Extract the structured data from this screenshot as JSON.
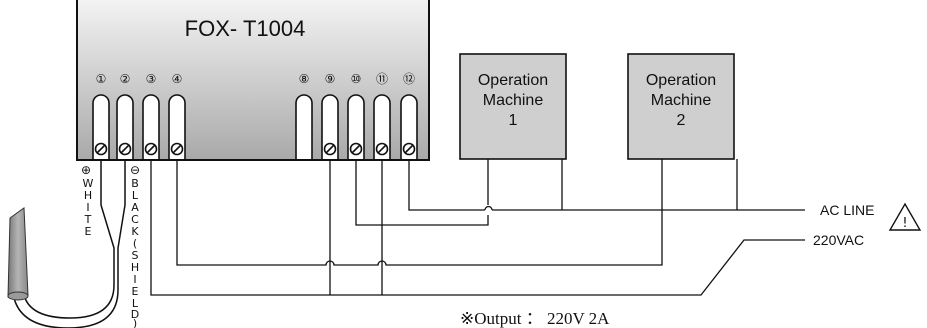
{
  "device": {
    "title": "FOX- T1004"
  },
  "terminals": [
    {
      "id": 1,
      "label": "①"
    },
    {
      "id": 2,
      "label": "②"
    },
    {
      "id": 3,
      "label": "③"
    },
    {
      "id": 4,
      "label": "④"
    },
    {
      "id": 8,
      "label": "⑧"
    },
    {
      "id": 9,
      "label": "⑨"
    },
    {
      "id": 10,
      "label": "⑩"
    },
    {
      "id": 11,
      "label": "⑪"
    },
    {
      "id": 12,
      "label": "⑫"
    }
  ],
  "machines": [
    {
      "line1": "Operation",
      "line2": "Machine",
      "line3": "1"
    },
    {
      "line1": "Operation",
      "line2": "Machine",
      "line3": "2"
    }
  ],
  "sensor_wires": {
    "plus_sign": "⊕",
    "plus_label": [
      "W",
      "H",
      "I",
      "T",
      "E"
    ],
    "minus_sign": "⊖",
    "minus_label": [
      "B",
      "L",
      "A",
      "C",
      "K",
      "(",
      "S",
      "H",
      "I",
      "E",
      "L",
      "D",
      ")"
    ]
  },
  "power": {
    "ac_line": "AC LINE",
    "voltage": "220VAC",
    "warning_symbol": "!"
  },
  "note": "※Output ： 220V 2A"
}
